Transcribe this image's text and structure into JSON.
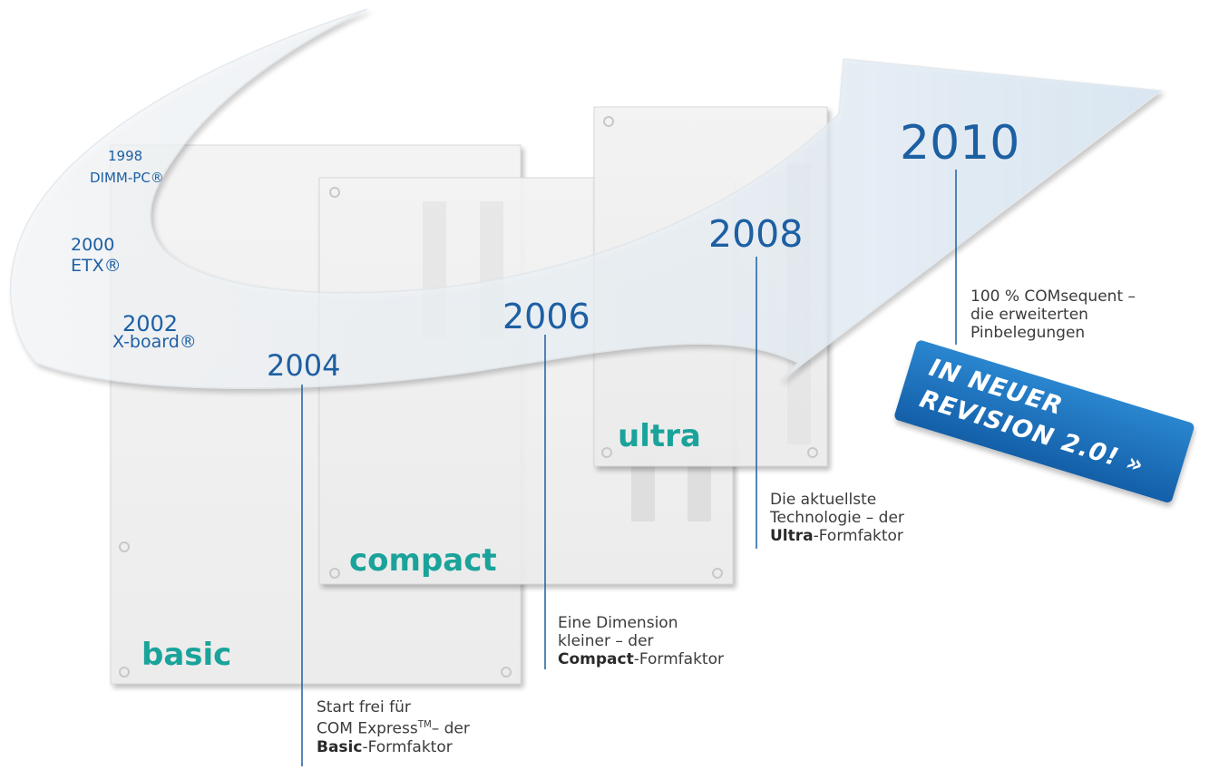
{
  "milestones": [
    {
      "year": "1998",
      "product": "DIMM-PC®"
    },
    {
      "year": "2000",
      "product": "ETX®"
    },
    {
      "year": "2002",
      "product": "X-board®"
    },
    {
      "year": "2004"
    },
    {
      "year": "2006"
    },
    {
      "year": "2008"
    },
    {
      "year": "2010"
    }
  ],
  "boards": {
    "basic": "basic",
    "compact": "compact",
    "ultra": "ultra"
  },
  "descriptions": {
    "d2004": {
      "line1": "Start frei für",
      "line2a": "COM Express",
      "line2tm": "TM",
      "line2b": "– der",
      "bold": "Basic",
      "rest": "-Formfaktor"
    },
    "d2006": {
      "line1": "Eine Dimension",
      "line2": "kleiner – der",
      "bold": "Compact",
      "rest": "-Formfaktor"
    },
    "d2008": {
      "line1": "Die aktuellste",
      "line2": "Technologie – der",
      "bold": "Ultra",
      "rest": "-Formfaktor"
    },
    "d2010": {
      "line1": "100 % COMsequent –",
      "line2": "die erweiterten",
      "line3": "Pinbelegungen"
    }
  },
  "badge": {
    "line1": "IN NEUER",
    "line2": "REVISION 2.0! »"
  },
  "colors": {
    "year_text": "#1d5fa3",
    "board_label": "#1aa39a",
    "badge": "#1a6fbb"
  }
}
